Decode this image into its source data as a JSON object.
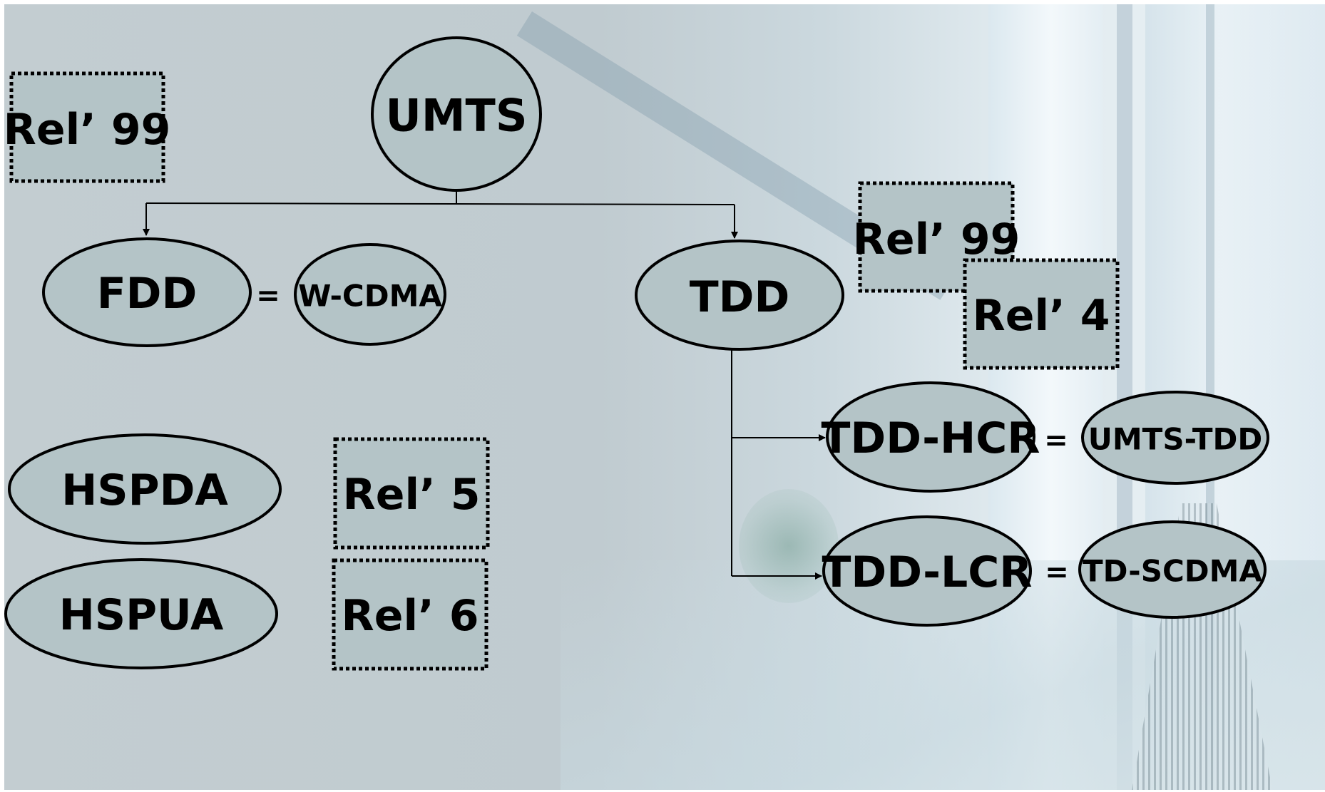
{
  "diagram": {
    "root": {
      "label": "UMTS",
      "color": "#e5135f"
    },
    "branches": {
      "fdd": {
        "label": "FDD",
        "equals": "=",
        "alias": "W-CDMA"
      },
      "tdd": {
        "label": "TDD"
      },
      "tdd_hcr": {
        "label": "TDD-HCR",
        "equals": "=",
        "alias": "UMTS-TDD"
      },
      "tdd_lcr": {
        "label": "TDD-LCR",
        "equals": "=",
        "alias": "TD-SCDMA"
      }
    },
    "extensions": {
      "hsdpa": {
        "label": "HSPDA"
      },
      "hsupa": {
        "label": "HSPUA"
      }
    },
    "releases": {
      "rel99_fdd": "Rel’ 99",
      "rel99_tdd": "Rel’ 99",
      "rel4": "Rel’ 4",
      "rel5": "Rel’ 5",
      "rel6": "Rel’ 6"
    }
  }
}
